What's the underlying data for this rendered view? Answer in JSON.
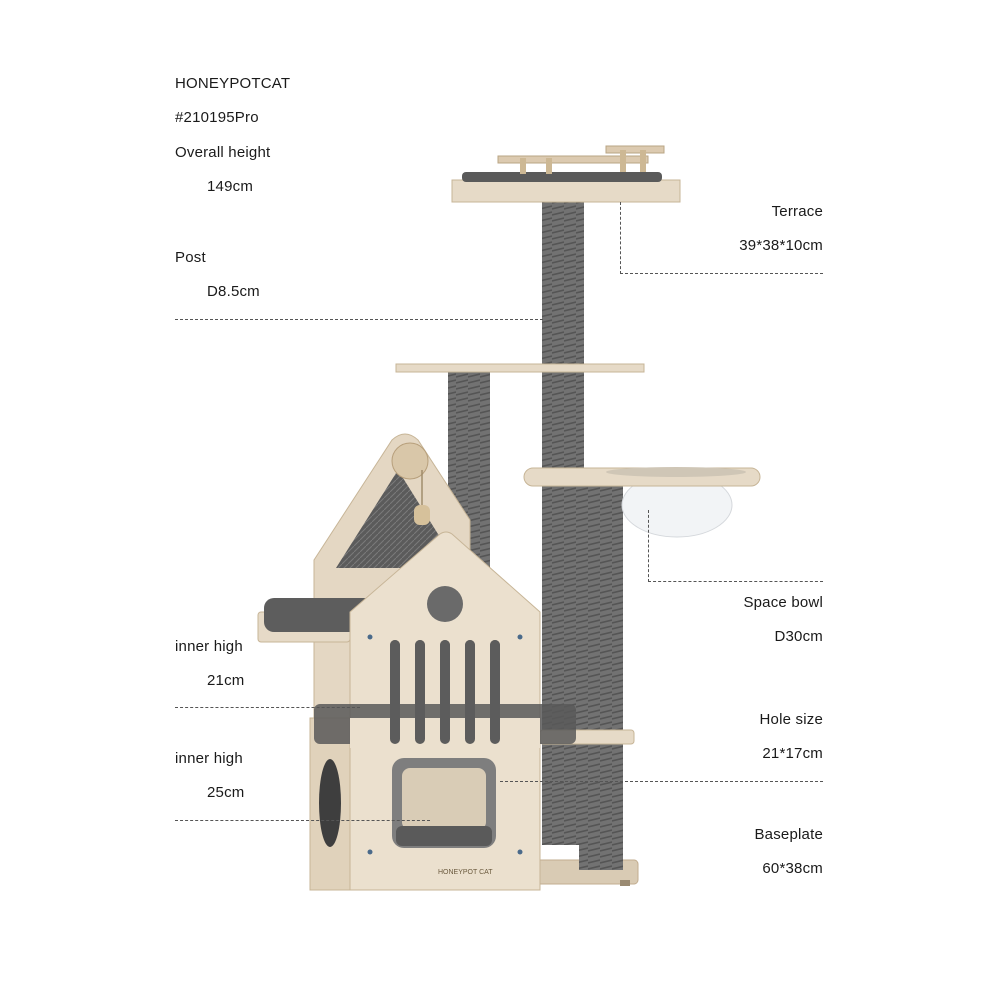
{
  "product": {
    "brand": "HONEYPOTCAT",
    "model": "#210195Pro",
    "height_label": "Overall height",
    "height_value": "149cm"
  },
  "specs": {
    "post_label": "Post",
    "post_value": "D8.5cm",
    "terrace_label": "Terrace",
    "terrace_value": "39*38*10cm",
    "bowl_label": "Space bowl",
    "bowl_value": "D30cm",
    "inner1_label": "inner high",
    "inner1_value": "21cm",
    "inner2_label": "inner high",
    "inner2_value": "25cm",
    "hole_label": "Hole size",
    "hole_value": "21*17cm",
    "base_label": "Baseplate",
    "base_value": "60*38cm"
  },
  "house_logo": "HONEYPOT CAT",
  "colors": {
    "wood": "#e3d8c8",
    "wood_edge": "#c9b79c",
    "rope": "#6f6f6f",
    "cushion": "#585858"
  }
}
